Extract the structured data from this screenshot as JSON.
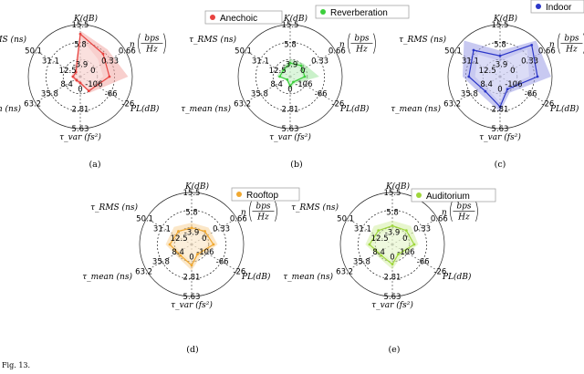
{
  "chart_data": [
    {
      "type": "radar",
      "caption": "(a)",
      "legend": "Anechoic",
      "color": "#e8423f",
      "fill": "#f3a7a4",
      "values": [
        0.82,
        0.62,
        0.56,
        0.32,
        0.12,
        0.1,
        0.14,
        0.12
      ],
      "band_low": [
        0.76,
        0.48,
        0.44,
        0.26,
        0.08,
        0.06,
        0.1,
        0.08
      ],
      "band_high": [
        0.88,
        0.74,
        0.92,
        0.36,
        0.16,
        0.13,
        0.18,
        0.16
      ]
    },
    {
      "type": "radar",
      "caption": "(b)",
      "legend": "Reverberation",
      "color": "#3ccf3c",
      "fill": "#9fe59f",
      "values": [
        0.26,
        0.3,
        0.28,
        0.12,
        0.18,
        0.08,
        0.2,
        0.18
      ],
      "band_low": [
        0.18,
        0.24,
        0.24,
        0.1,
        0.14,
        0.06,
        0.16,
        0.14
      ],
      "band_high": [
        0.34,
        0.36,
        0.56,
        0.16,
        0.24,
        0.1,
        0.26,
        0.22
      ]
    },
    {
      "type": "radar",
      "caption": "(c)",
      "legend": "Indoor",
      "color": "#2b36c8",
      "fill": "#9a9de6",
      "values": [
        0.4,
        0.86,
        0.72,
        0.28,
        0.58,
        0.4,
        0.6,
        0.72
      ],
      "band_low": [
        0.3,
        0.74,
        0.56,
        0.22,
        0.5,
        0.34,
        0.48,
        0.6
      ],
      "band_high": [
        0.5,
        0.98,
        0.98,
        0.36,
        0.68,
        0.5,
        0.72,
        0.98
      ]
    },
    {
      "type": "radar",
      "caption": "(d)",
      "legend": "Rooftop",
      "color": "#f0a830",
      "fill": "#f7d49a",
      "values": [
        0.32,
        0.36,
        0.42,
        0.22,
        0.4,
        0.3,
        0.42,
        0.36
      ],
      "band_low": [
        0.24,
        0.28,
        0.32,
        0.18,
        0.34,
        0.24,
        0.34,
        0.28
      ],
      "band_high": [
        0.42,
        0.46,
        0.5,
        0.3,
        0.5,
        0.36,
        0.5,
        0.48
      ]
    },
    {
      "type": "radar",
      "caption": "(e)",
      "legend": "Auditorium",
      "color": "#9fd63c",
      "fill": "#d3eea4",
      "values": [
        0.36,
        0.38,
        0.42,
        0.22,
        0.38,
        0.3,
        0.44,
        0.38
      ],
      "band_low": [
        0.28,
        0.3,
        0.34,
        0.18,
        0.32,
        0.24,
        0.36,
        0.3
      ],
      "band_high": [
        0.46,
        0.5,
        0.5,
        0.3,
        0.48,
        0.36,
        0.52,
        0.5
      ]
    }
  ],
  "axes": {
    "k": {
      "label": "K(dB)",
      "ticks": [
        "15.5",
        "5.8",
        "-3.9"
      ]
    },
    "eta": {
      "label": "η",
      "unit_top": "bps",
      "unit_bottom": "Hz",
      "ticks": [
        "0.66",
        "0.33",
        "0"
      ]
    },
    "pl": {
      "label": "PL(dB)",
      "ticks": [
        "-26",
        "-66",
        "-106"
      ]
    },
    "tvar": {
      "label": "τ_var (fs²)",
      "ticks": [
        "5.63",
        "2.81",
        "0"
      ]
    },
    "tmean": {
      "label": "τ_mean (ns)",
      "ticks": [
        "63.2",
        "35.8",
        "8.4"
      ]
    },
    "trms": {
      "label": "τ_RMS (ns)",
      "ticks": [
        "50.1",
        "31.1",
        "12.5"
      ]
    }
  },
  "footer": "Fig. 13."
}
